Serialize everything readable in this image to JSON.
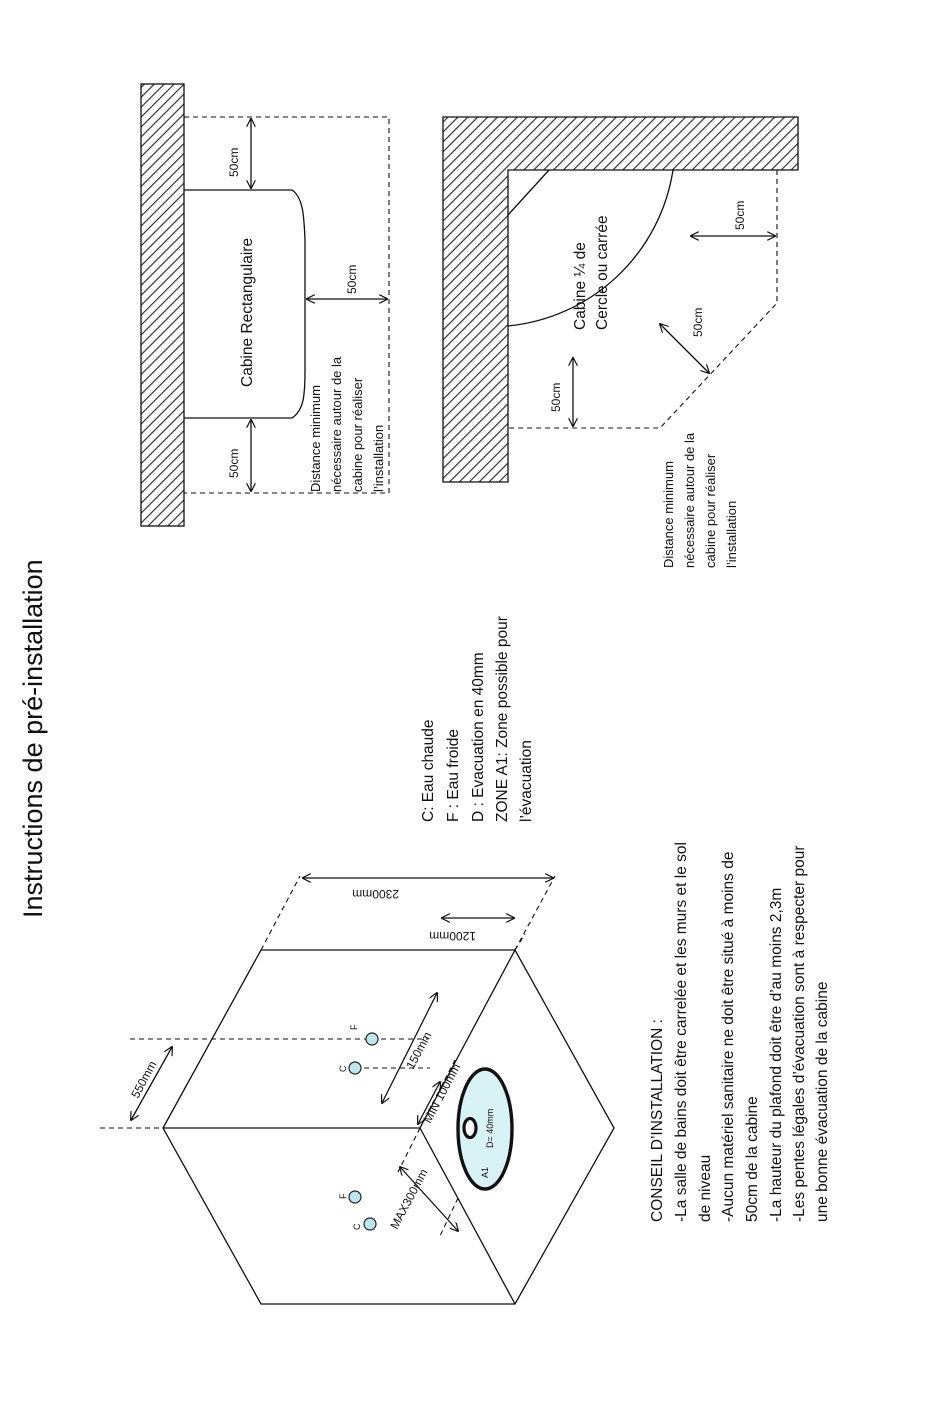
{
  "title": "Instructions de pré-installation",
  "legend": {
    "line1": "C: Eau chaude",
    "line2": "F : Eau froide",
    "line3": "D : Evacuation en 40mm",
    "line4": "ZONE A1: Zone possible pour",
    "line5": "l’évacuation"
  },
  "advice": {
    "line1": "CONSEIL D’INSTALLATION :",
    "line2": "-La salle de bains doit être carrelée et les murs et le sol",
    "line3": "de niveau",
    "line4": "-Aucun matériel sanitaire ne doit être situé à moins de",
    "line5": "50cm de la cabine",
    "line6": "-La hauteur du plafond doit être d’au moins 2,3m",
    "line7": "-Les pentes légales d’évacuation sont à respecter pour",
    "line8": "une bonne évacuation de la cabine"
  },
  "rect_cabin": {
    "label": "Cabine Rectangulaire",
    "dim_top": "50cm",
    "dim_right": "50cm",
    "dim_bottom": "50cm",
    "note_line1": "Distance minimum",
    "note_line2": "nécessaire autour de la",
    "note_line3": "cabine pour réaliser",
    "note_line4": "l’installation"
  },
  "quarter_cabin": {
    "label_line1": "Cabine ¼ de",
    "label_line2": "Cercle ou carrée",
    "dim_top": "50cm",
    "dim_diag": "50cm",
    "dim_bottom": "50cm",
    "note_line1": "Distance minimum",
    "note_line2": "nécessaire autour de la",
    "note_line3": "cabine pour réaliser",
    "note_line4": "l’installation"
  },
  "iso": {
    "dim_height": "2300mm",
    "dim_width": "1200mm",
    "dim_550": "550mm",
    "dim_150": "150mm",
    "dim_min100": "MIN 100mm",
    "dim_max300": "MAX300mm",
    "port_c": "C",
    "port_f": "F",
    "drain_label": "D= 40mm",
    "zone_label": "A1"
  }
}
